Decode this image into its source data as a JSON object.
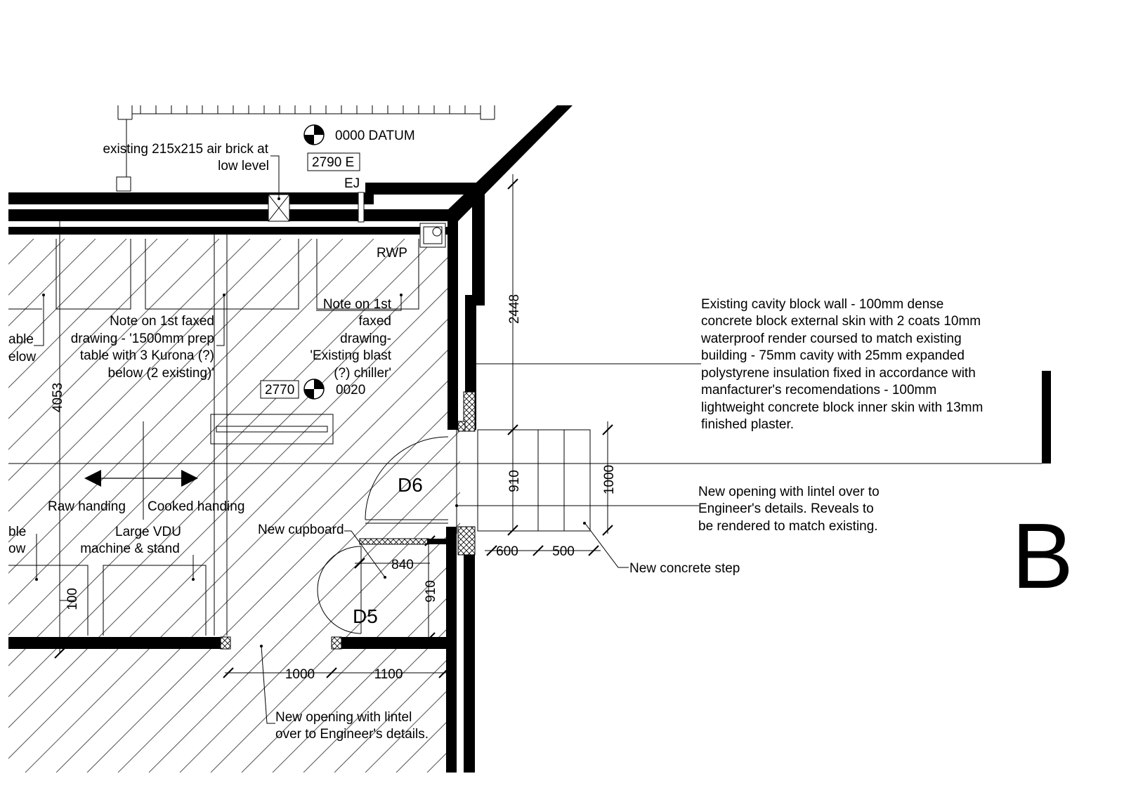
{
  "drawing": {
    "datum_label": "0000 DATUM",
    "datum_tag": "2790 E",
    "level_tag": "2770",
    "level_value": "0020",
    "section_marker": "B",
    "expansion_joint": "EJ",
    "rainwater_pipe": "RWP"
  },
  "notes": {
    "air_brick_line1": "existing 215x215 air brick at",
    "air_brick_line2": "low level",
    "prep_note_1": "Note on 1st faxed",
    "prep_note_2": "drawing - '1500mm prep",
    "prep_note_3": "table with 3 Kurona (?)",
    "prep_note_4": "below (2 existing)'",
    "blast_note_1": "Note on 1st",
    "blast_note_2": "faxed",
    "blast_note_3": "drawing-",
    "blast_note_4": "'Existing blast",
    "blast_note_5": "(?) chiller'",
    "cut_upper_1": "able",
    "cut_upper_2": "elow",
    "cut_lower_1": "ble",
    "cut_lower_2": "ow",
    "raw_handing": "Raw handing",
    "cooked_handing": "Cooked handing",
    "vdu_1": "Large VDU",
    "vdu_2": "machine & stand",
    "new_cupboard": "New cupboard",
    "wall_spec": [
      "Existing cavity block wall - 100mm dense",
      "concrete block external skin with 2 coats 10mm",
      "waterproof render coursed to match existing",
      "building - 75mm cavity with 25mm expanded",
      "polystyrene insulation fixed in accordance with",
      "manfacturer's recomendations - 100mm",
      "lightweight concrete block inner skin with 13mm",
      "finished plaster."
    ],
    "new_opening_1": "New opening with lintel over to",
    "new_opening_2": "Engineer's details. Reveals to",
    "new_opening_3": "be rendered to match existing.",
    "concrete_step": "New concrete step",
    "lintel_1": "New opening with lintel",
    "lintel_2": "over to Engineer's details."
  },
  "doors": {
    "d6": "D6",
    "d5": "D5"
  },
  "dimensions": {
    "d2448": "2448",
    "d4053": "4053",
    "d910_a": "910",
    "d1000_v": "1000",
    "d600": "600",
    "d500": "500",
    "d840": "840",
    "d910_b": "910",
    "d100": "100",
    "d1000_h": "1000",
    "d1100": "1100"
  }
}
